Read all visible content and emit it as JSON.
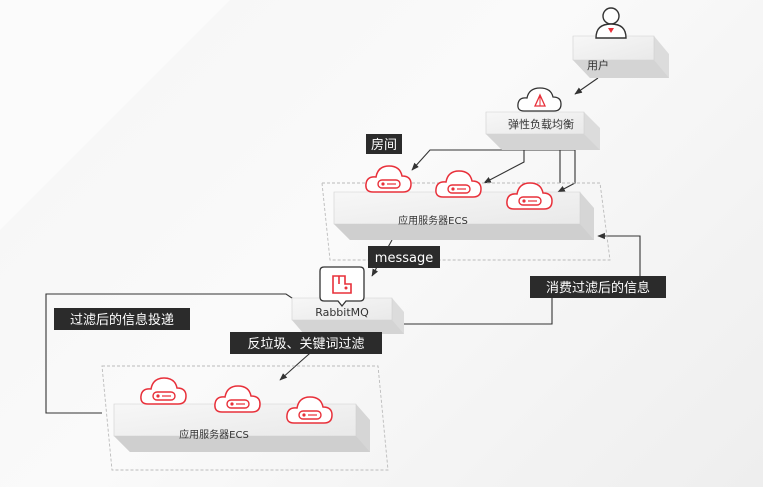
{
  "nodes": {
    "user": "用户",
    "slb": "弹性负载均衡",
    "ecs_top": "应用服务器ECS",
    "rabbitmq": "RabbitMQ",
    "ecs_bottom": "应用服务器ECS"
  },
  "labels": {
    "room": "房间",
    "message": "message",
    "consume": "消费过滤后的信息",
    "deliver": "过滤后的信息投递",
    "filter": "反垃圾、关键词过滤"
  },
  "colors": {
    "accent": "#e8303a",
    "dark_label": "#2b2b2b",
    "line": "#333333"
  },
  "icons": {
    "user": "user-icon",
    "slb": "load-balancer-icon",
    "ecs": "cloud-server-icon",
    "mq": "message-queue-icon"
  }
}
